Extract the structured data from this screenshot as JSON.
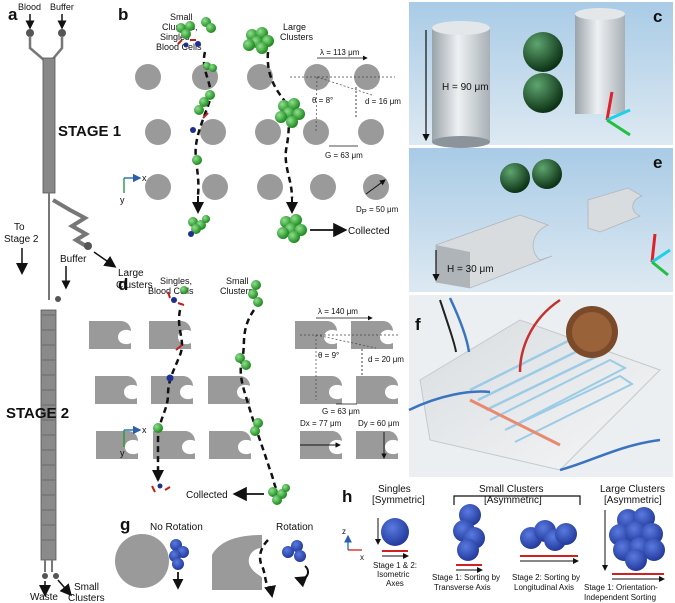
{
  "panel_letters": {
    "a": "a",
    "b": "b",
    "c": "c",
    "d": "d",
    "e": "e",
    "f": "f",
    "g": "g",
    "h": "h"
  },
  "panel_a": {
    "inlet_blood": "Blood",
    "inlet_buffer": "Buffer",
    "stage1": "STAGE 1",
    "to_stage2_line1": "To",
    "to_stage2_line2": "Stage 2",
    "large_clusters_line1": "Large",
    "large_clusters_line2": "Clusters",
    "buffer": "Buffer",
    "stage2": "STAGE 2",
    "waste": "Waste",
    "small_clusters_line1": "Small",
    "small_clusters_line2": "Clusters"
  },
  "panel_b": {
    "label_small_1": "Small",
    "label_small_2": "Clusters,",
    "label_small_3": "Singles,",
    "label_small_4": "Blood Cells",
    "label_large_1": "Large",
    "label_large_2": "Clusters",
    "lambda": "λ = 113 μm",
    "theta": "θ = 8°",
    "d": "d = 16 μm",
    "G": "G = 63 μm",
    "Dp": "D",
    "Dp_sub": "P",
    "Dp_val": " = 50 μm",
    "axis_x": "x",
    "axis_y": "y",
    "collected": "Collected"
  },
  "panel_c": {
    "H": "H = 90 μm"
  },
  "panel_d": {
    "label_singles_1": "Singles,",
    "label_singles_2": "Blood Cells",
    "label_small_1": "Small",
    "label_small_2": "Clusters",
    "lambda": "λ = 140 μm",
    "theta": "θ = 9°",
    "d": "d = 20 μm",
    "G": "G = 63 μm",
    "Dx": "Dx = 77 μm",
    "Dy": "Dy = 60 μm",
    "axis_x": "x",
    "axis_y": "y",
    "collected": "Collected"
  },
  "panel_e": {
    "H": "H = 30 μm"
  },
  "panel_g": {
    "no_rotation": "No Rotation",
    "rotation": "Rotation"
  },
  "panel_h": {
    "singles_1": "Singles",
    "singles_2": "[Symmetric]",
    "small_1": "Small Clusters",
    "small_2": "[Asymmetric]",
    "large_1": "Large Clusters",
    "large_2": "[Asymmetric]",
    "axis_z": "z",
    "axis_x": "x",
    "cap1_1": "Stage 1 & 2:",
    "cap1_2": "Isometric",
    "cap1_3": "Axes",
    "cap2_1": "Stage 1: Sorting by",
    "cap2_2": "Transverse  Axis",
    "cap3_1": "Stage 2: Sorting by",
    "cap3_2": "Longitudinal Axis",
    "cap4_1": "Stage 1: Orientation-",
    "cap4_2": "Independent Sorting"
  },
  "colors": {
    "pillar": "#9a9a9a",
    "cell_green": "#3cad3c",
    "cell_dark_green": "#2e8b2e",
    "cluster_blue": "#2f4fb0",
    "red": "#d62020",
    "photo_bg": "#c8dceb"
  }
}
